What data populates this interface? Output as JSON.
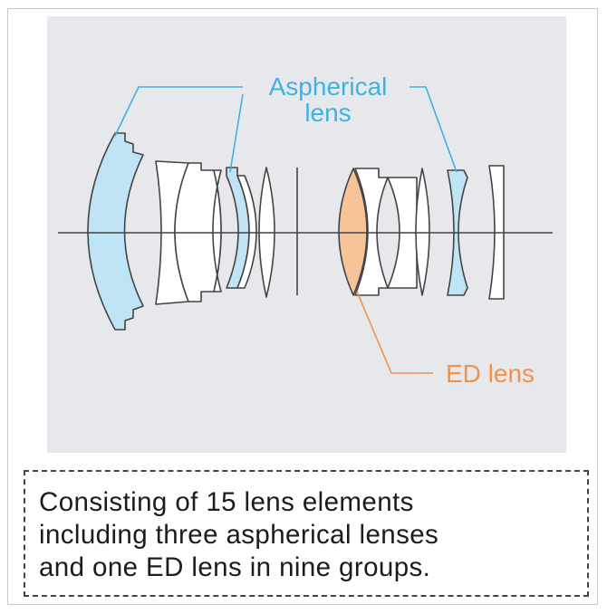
{
  "diagram": {
    "labels": {
      "aspherical_line1": "Aspherical",
      "aspherical_line2": "lens",
      "ed": "ED lens"
    },
    "colors": {
      "background": "#e7e8ec",
      "aspherical": "#3db2e3",
      "aspherical_fill": "#bfe4f6",
      "ed": "#f0924e",
      "ed_fill": "#f7c49a",
      "outline": "#444444"
    }
  },
  "caption": {
    "lines": [
      "Consisting of 15 lens elements",
      "including three aspherical lenses",
      "and one ED lens in nine groups."
    ]
  }
}
